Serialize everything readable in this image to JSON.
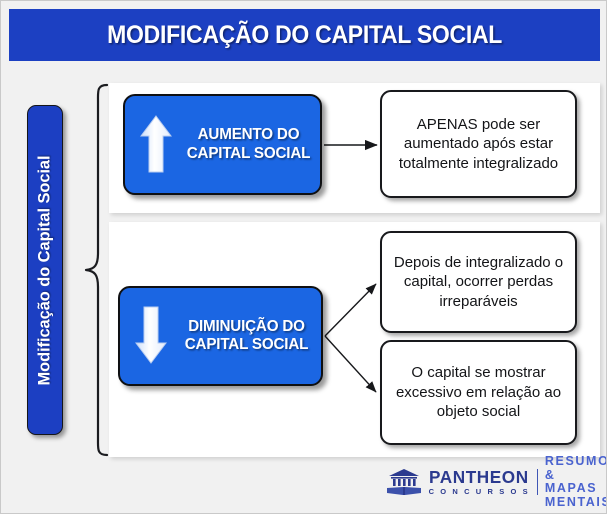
{
  "header": {
    "title": "MODIFICAÇÃO DO CAPITAL SOCIAL"
  },
  "side_label": {
    "text": "Modificação do Capital Social"
  },
  "colors": {
    "header_blue": "#1c40c2",
    "box_blue": "#1b66e3",
    "side_label_blue": "#1c3fc2",
    "page_background": "#f1f1f1",
    "panel_white": "#ffffff",
    "outline_black": "#18191c",
    "logo_navy": "#2b3a8f",
    "logo_blue": "#4a63cf"
  },
  "branches": [
    {
      "id": "aumento",
      "icon": "arrow-up-icon",
      "label_line1": "AUMENTO DO",
      "label_line2": "CAPITAL SOCIAL",
      "details": [
        {
          "id": "apenas",
          "text": "APENAS pode ser aumentado após estar totalmente integralizado"
        }
      ]
    },
    {
      "id": "diminuicao",
      "icon": "arrow-down-icon",
      "label_line1": "DIMINUIÇÃO DO",
      "label_line2": "CAPITAL SOCIAL",
      "details": [
        {
          "id": "perdas",
          "text": "Depois de integralizado o capital, ocorrer perdas irreparáveis"
        },
        {
          "id": "excessivo",
          "text": "O capital se mostrar excessivo em relação ao objeto social"
        }
      ]
    }
  ],
  "footer": {
    "logo_icon": "pantheon-temple-icon",
    "brand_name": "PANTHEON",
    "brand_sub": "C O N C U R S O S",
    "tagline_line1": "RESUMOS &",
    "tagline_line2": "MAPAS MENTAIS"
  }
}
